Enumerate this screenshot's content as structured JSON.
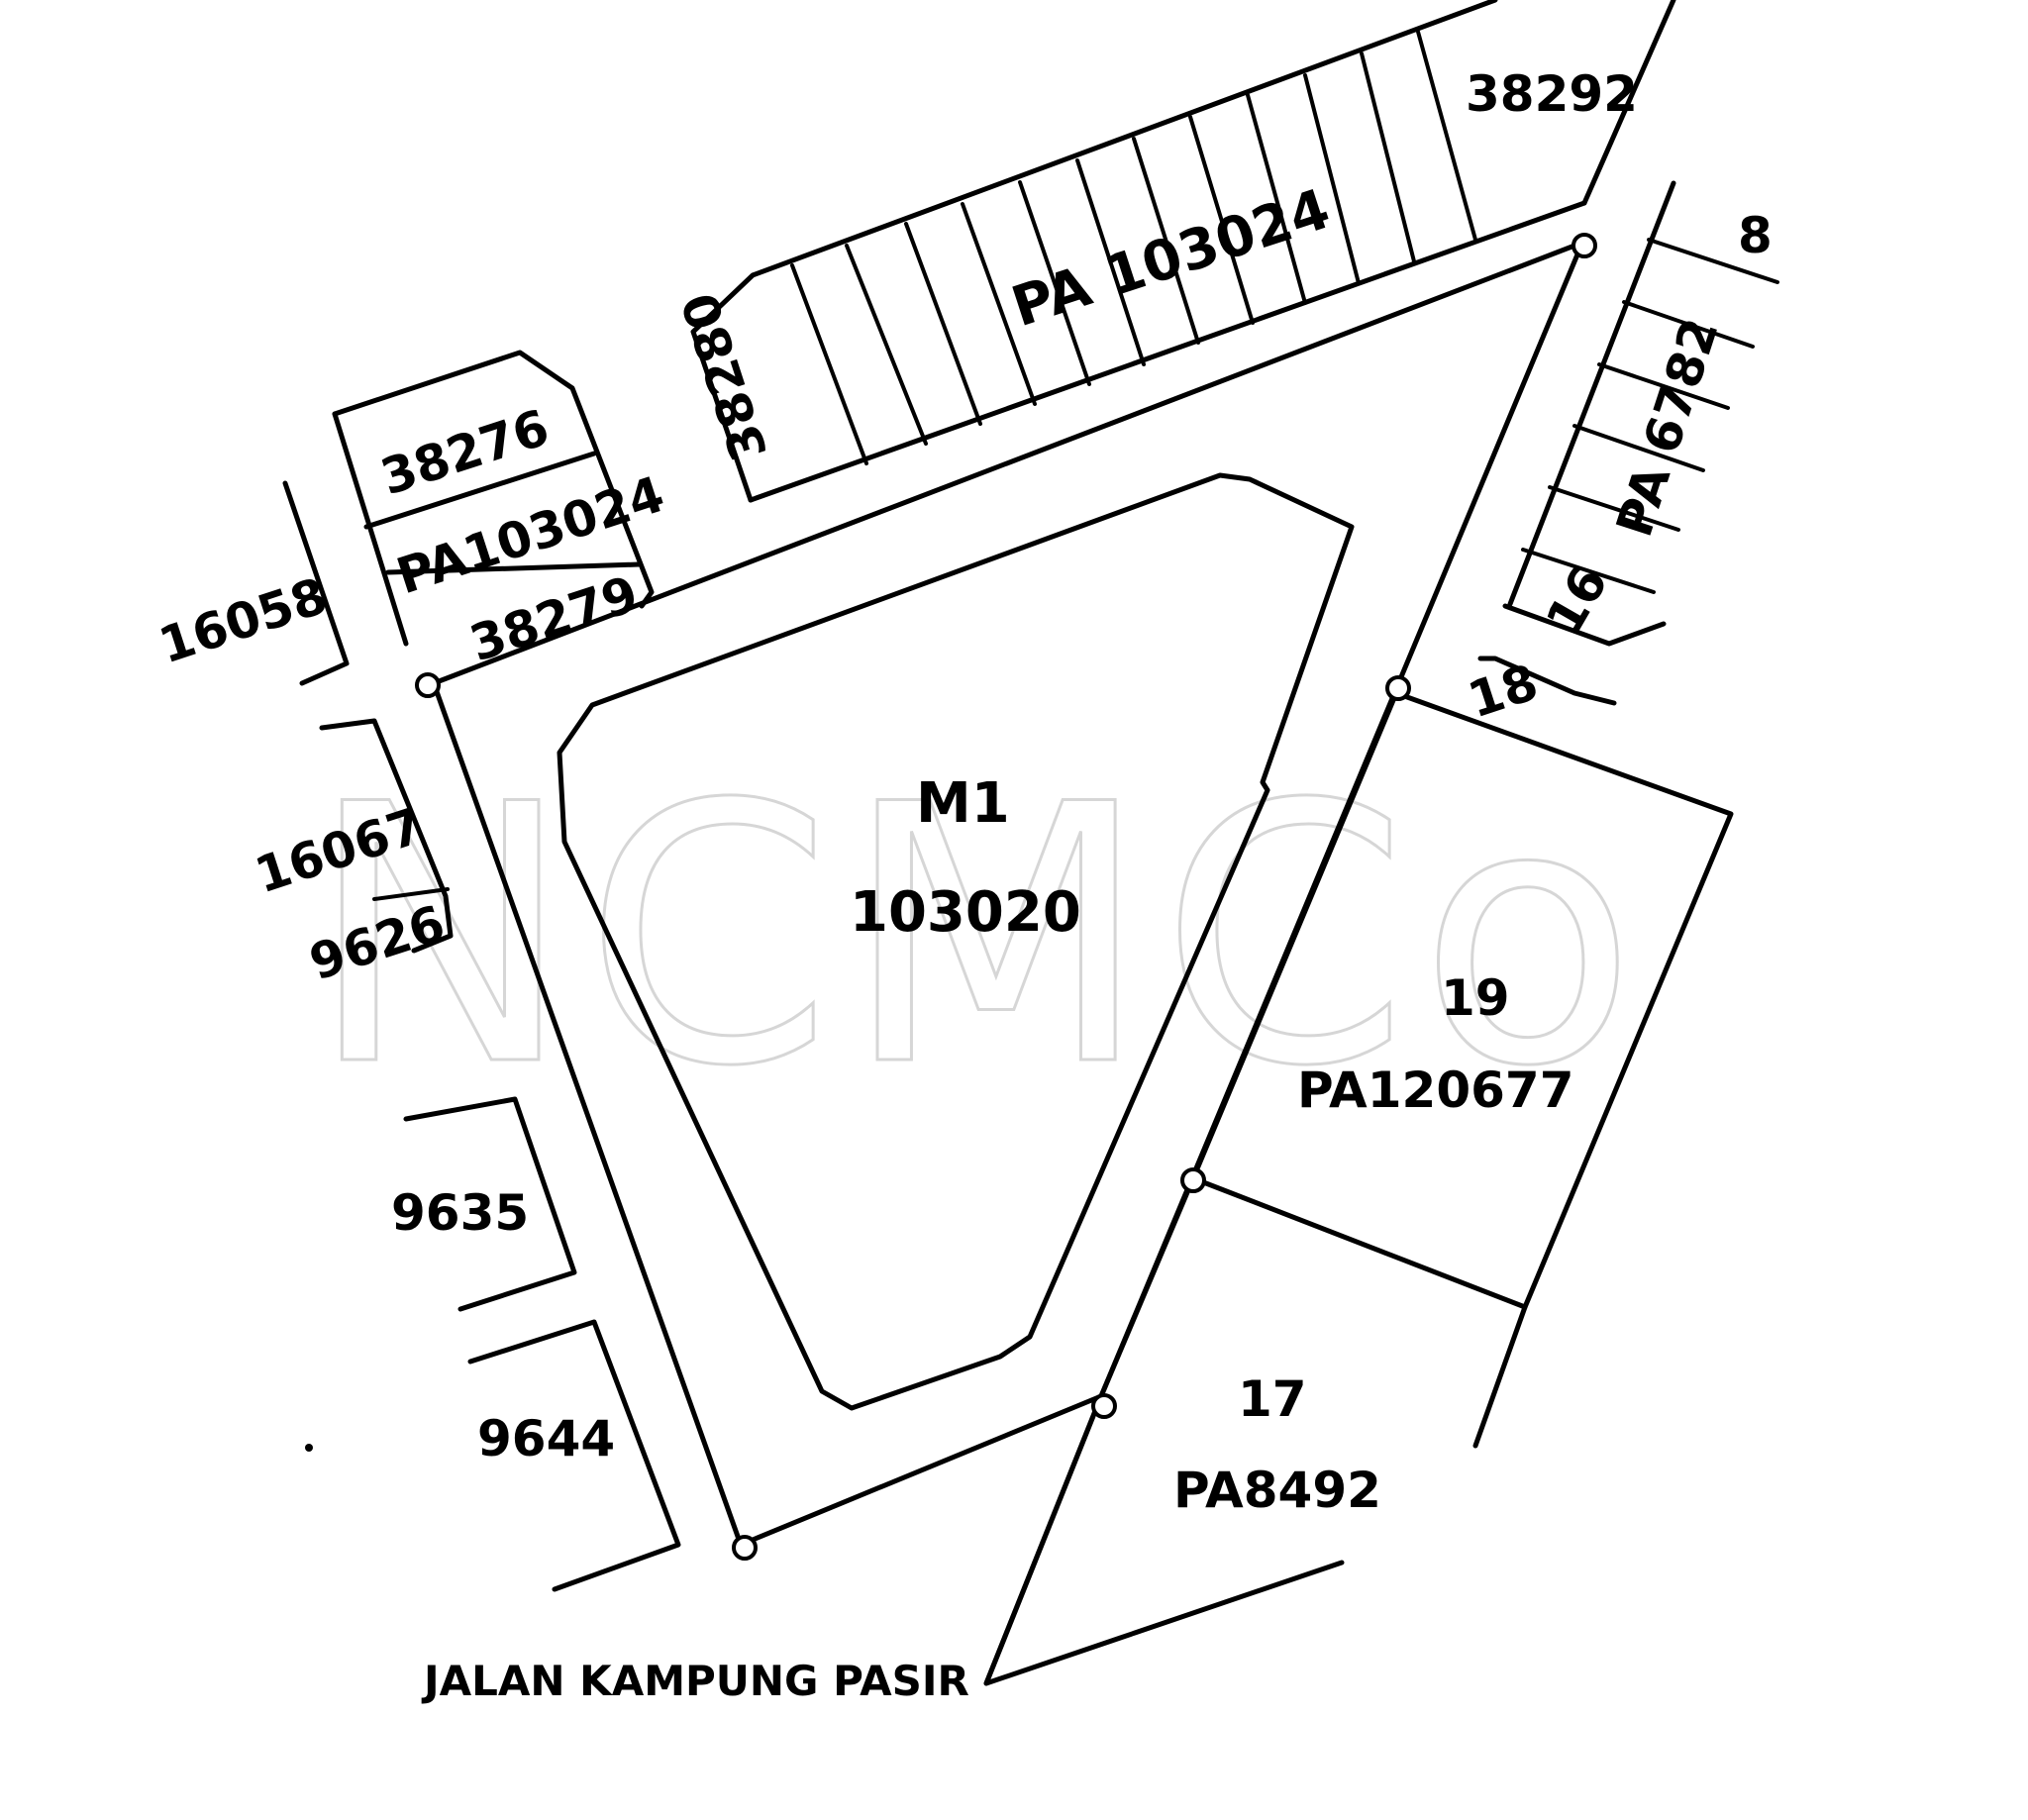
{
  "watermark": "NCMCo",
  "lots": {
    "top_left_38276": "38276",
    "top_left_pa103024": "PA103024",
    "top_left_38279": "38279",
    "row_38280": "38280",
    "row_pa103024": "PA 103024",
    "row_38292": "38292",
    "left_16058": "16058",
    "left_16067": "16067",
    "left_9626": "9626",
    "left_9635": "9635",
    "left_9644": "9644",
    "center_m1": "M1",
    "center_103020": "103020",
    "right_8": "8",
    "right_pa6782": "PA 6782",
    "right_16": "16",
    "right_18": "18",
    "right_19": "19",
    "right_pa120677": "PA120677",
    "bottom_17": "17",
    "bottom_pa8492": "PA8492"
  },
  "road": {
    "name": "JALAN KAMPUNG PASIR"
  }
}
